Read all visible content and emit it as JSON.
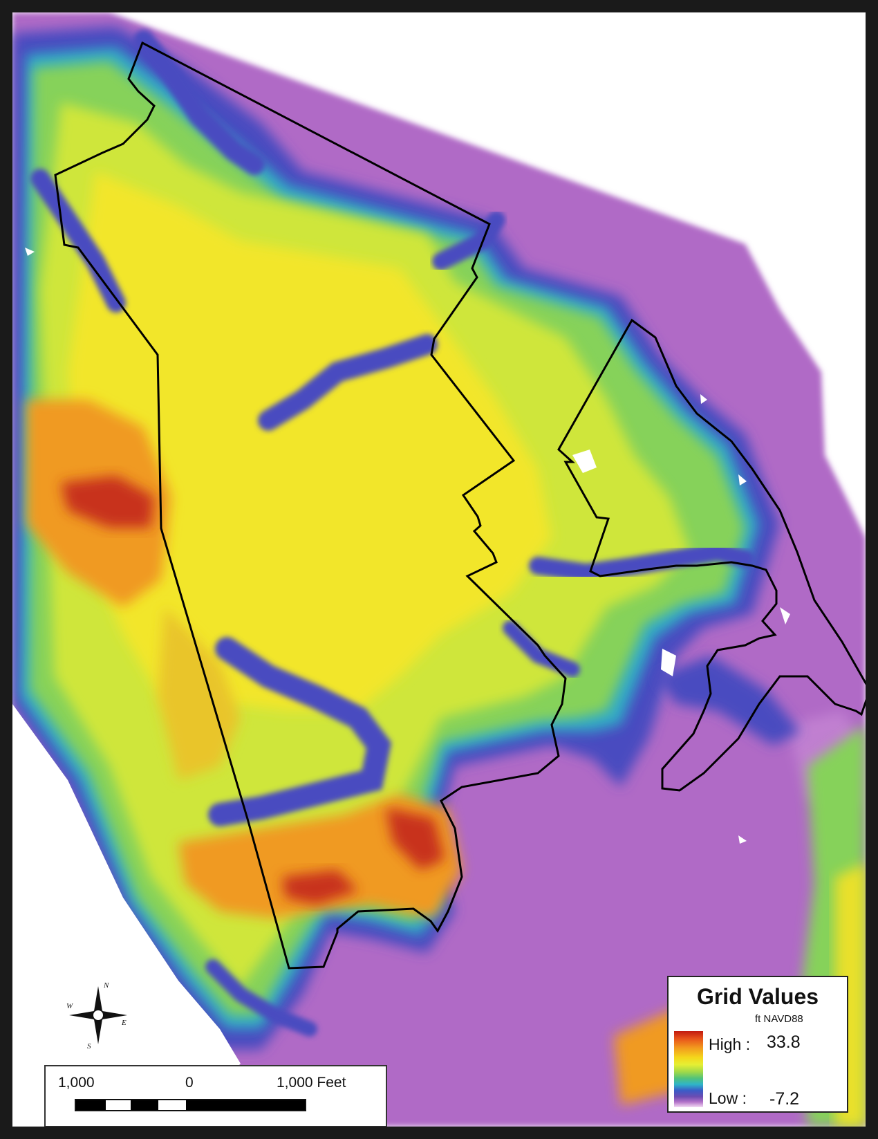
{
  "legend": {
    "title": "Grid Values",
    "unit": "ft NAVD88",
    "high_label": "High :",
    "high_value": "33.8",
    "low_label": "Low :",
    "low_value": "-7.2",
    "ramp_colors": [
      "#c21a10",
      "#e8541a",
      "#f29a1e",
      "#f4d81c",
      "#e6ef34",
      "#9dd84a",
      "#52c27a",
      "#2fb5c8",
      "#3a5cc8",
      "#6a4cb2",
      "#b271c8",
      "#f3d9f3"
    ]
  },
  "scalebar": {
    "left_label": "1,000",
    "center_label": "0",
    "right_label": "1,000 Feet"
  },
  "compass": {
    "n": "N",
    "s": "S",
    "e": "E",
    "w": "W"
  },
  "colors": {
    "border": "#1a1a1a",
    "boundary_line": "#000000",
    "low_purple": "#b06bc6",
    "mid_blue": "#4a4cc0",
    "green": "#86d25a",
    "yellow": "#f2e629",
    "orange": "#f09a20",
    "red": "#c8331a"
  }
}
